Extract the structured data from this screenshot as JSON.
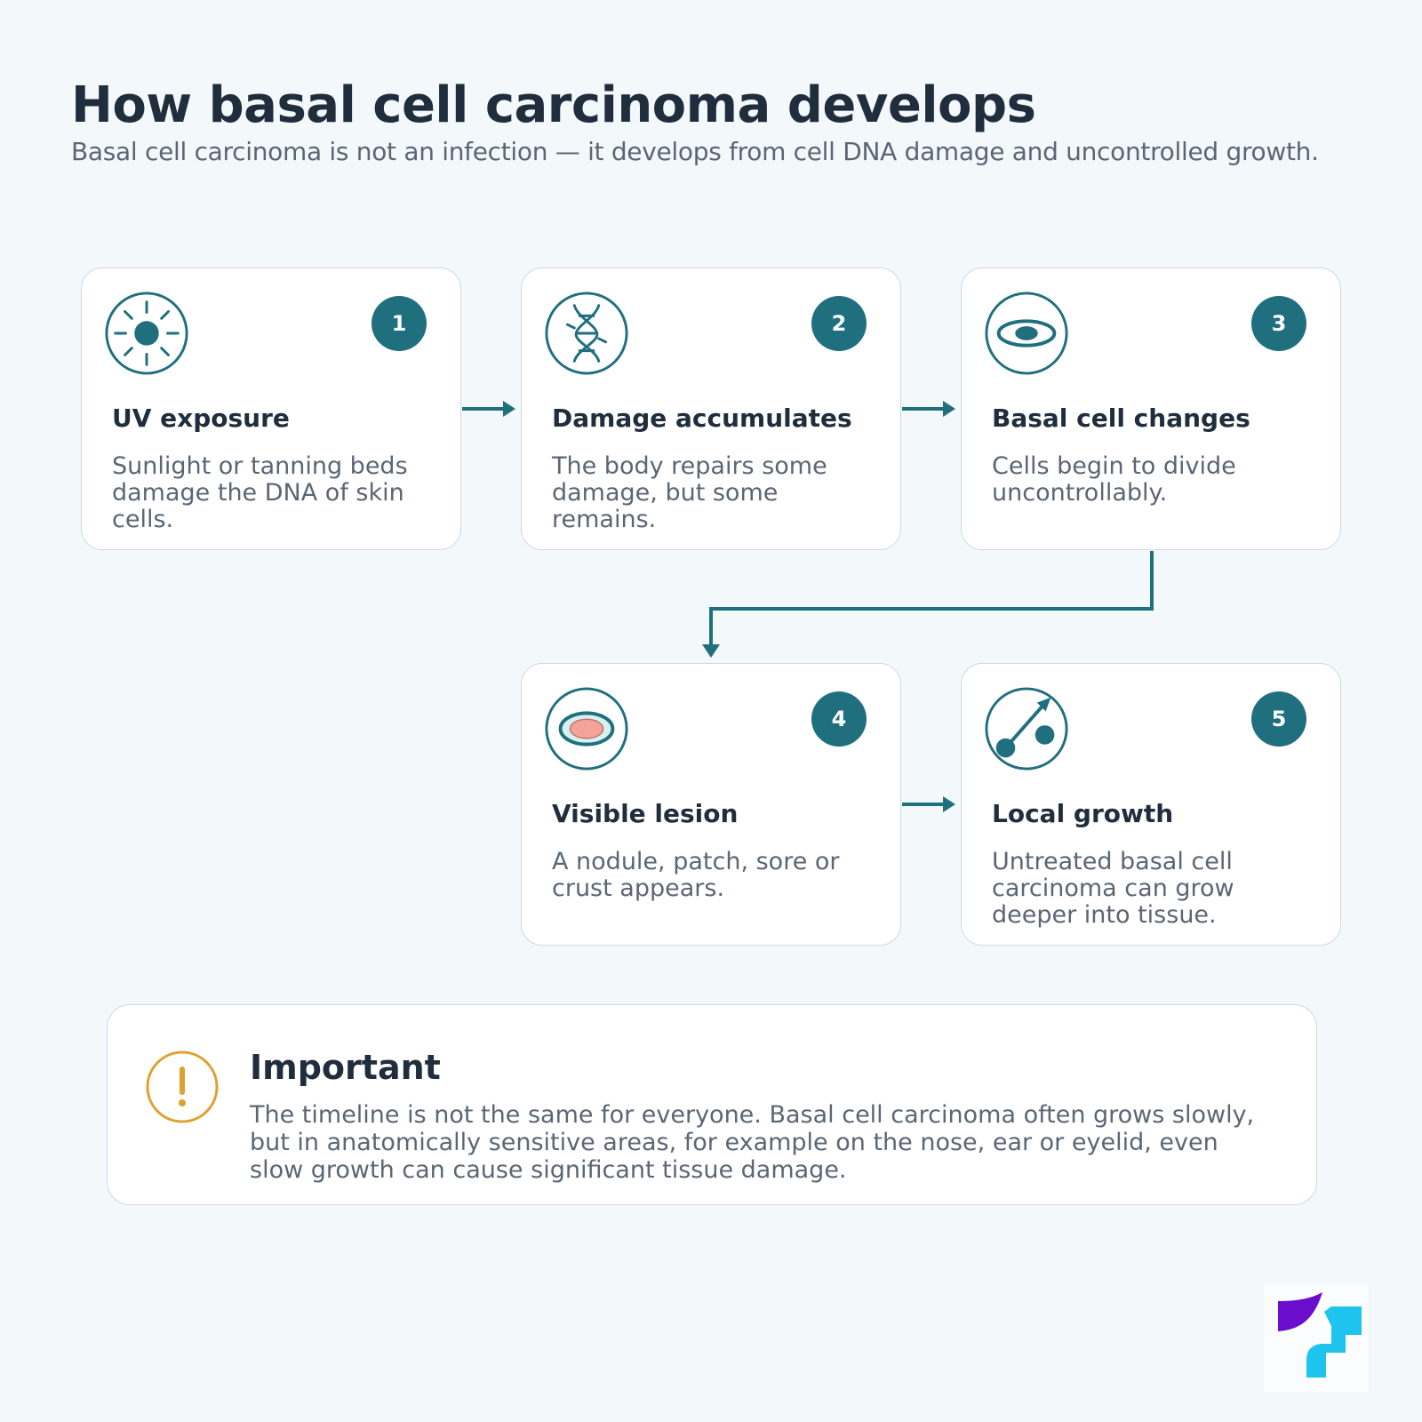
{
  "header": {
    "title": "How basal cell carcinoma develops",
    "subtitle": "Basal cell carcinoma is not an infection — it develops from cell DNA damage and uncontrolled growth."
  },
  "steps": [
    {
      "number": "1",
      "icon": "sun-icon",
      "title": "UV exposure",
      "description": "Sunlight or tanning beds damage the DNA of skin cells."
    },
    {
      "number": "2",
      "icon": "dna-icon",
      "title": "Damage accumulates",
      "description": "The body repairs some damage, but some remains."
    },
    {
      "number": "3",
      "icon": "cell-icon",
      "title": "Basal cell changes",
      "description": "Cells begin to divide uncontrollably."
    },
    {
      "number": "4",
      "icon": "lesion-icon",
      "title": "Visible lesion",
      "description": "A nodule, patch, sore or crust appears."
    },
    {
      "number": "5",
      "icon": "growth-icon",
      "title": "Local growth",
      "description": "Untreated basal cell carcinoma can grow deeper into tissue."
    }
  ],
  "note": {
    "icon": "warning-icon",
    "title": "Important",
    "text": "The timeline is not the same for everyone. Basal cell carcinoma often grows slowly, but in anatomically sensitive areas, for example on the nose, ear or eyelid, even slow growth can cause significant tissue damage."
  },
  "colors": {
    "background": "#f3f8fb",
    "accent": "#1f6f7e",
    "heading": "#1f2d3d",
    "body_text": "#5b6675",
    "warning": "#e0a030",
    "lesion": "#f2a49a",
    "logo_purple": "#6a0dcc",
    "logo_cyan": "#1ec3ee"
  }
}
